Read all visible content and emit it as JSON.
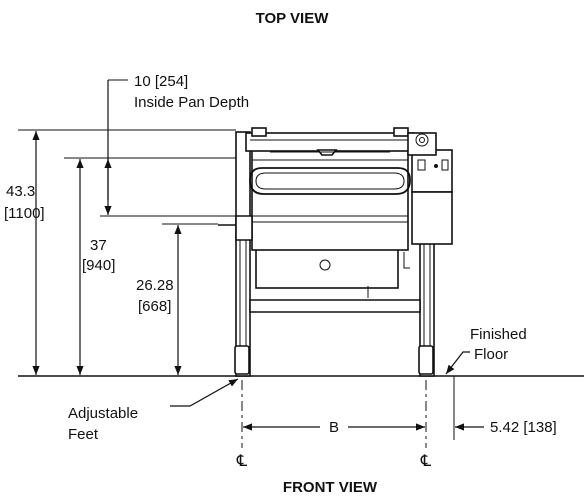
{
  "titles": {
    "top": "TOP VIEW",
    "bottom": "FRONT VIEW"
  },
  "dimensions": {
    "overall_height": {
      "value": "43.3",
      "metric": "[1100]"
    },
    "rim_height": {
      "value": "37",
      "metric": "[940]"
    },
    "pour_height": {
      "value": "26.28",
      "metric": "[668]"
    },
    "pan_depth": {
      "value": "10 [254]",
      "caption": "Inside Pan Depth"
    },
    "feet_spacing": "B",
    "offset": "5.42 [138]"
  },
  "callouts": {
    "feet_line1": "Adjustable",
    "feet_line2": "Feet",
    "floor_line1": "Finished",
    "floor_line2": "Floor"
  },
  "centerline_symbol": "℄"
}
